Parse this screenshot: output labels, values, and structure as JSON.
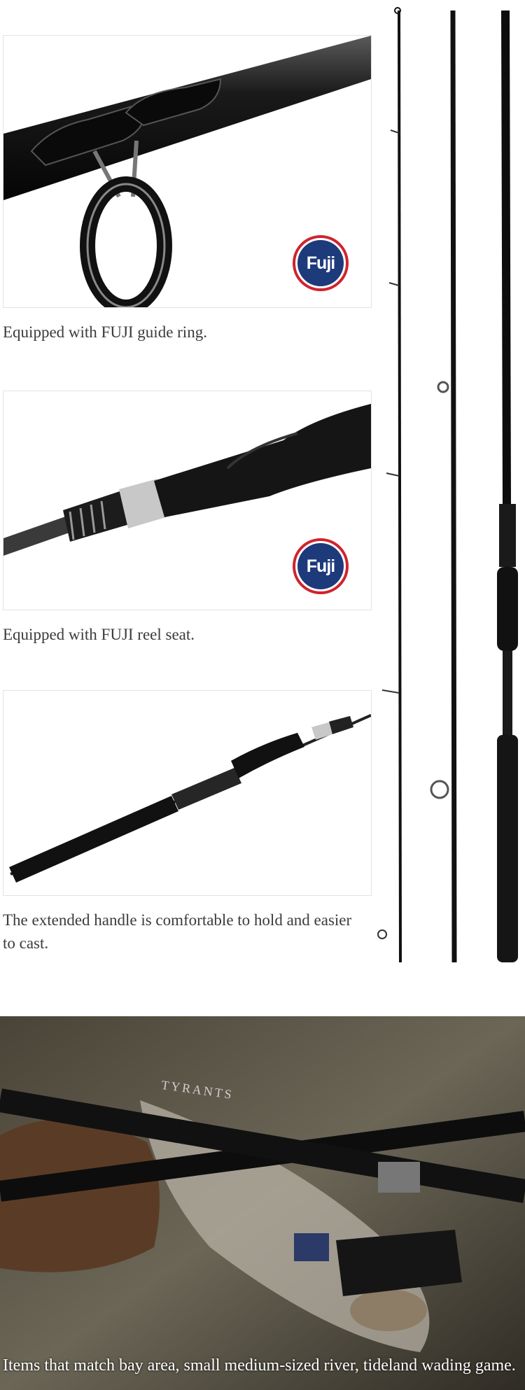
{
  "features": [
    {
      "caption": "Equipped with FUJI guide ring.",
      "logo": "Fuji"
    },
    {
      "caption": "Equipped with FUJI reel seat.",
      "logo": "Fuji"
    },
    {
      "caption": "The extended handle is comfortable to hold and easier to cast."
    }
  ],
  "banner": {
    "brand_text": "TYRANTS",
    "caption": "Items that match bay area, small medium-sized river, tideland wading game."
  },
  "colors": {
    "fuji_red": "#d0232b",
    "fuji_blue": "#1d3a7a"
  }
}
